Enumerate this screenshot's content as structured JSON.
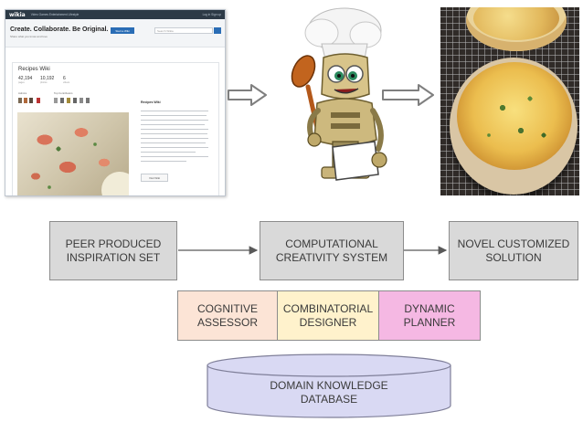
{
  "wiki_screenshot": {
    "logo": "wikia",
    "nav": "Video Games   Entertainment   Lifestyle",
    "nav_right": "Log in   Sign up",
    "tagline": "Create. Collaborate. Be Original.",
    "subline": "Share what you know and love",
    "start_button": "Start a Wiki",
    "search_placeholder": "Search Wikia",
    "card_title": "Recipes Wiki",
    "stats": [
      {
        "value": "42,194",
        "label": "pages"
      },
      {
        "value": "10,192",
        "label": "photos"
      },
      {
        "value": "6",
        "label": "videos"
      }
    ],
    "admins_label": "Admins",
    "contributors_label": "Top Contributors",
    "description_title": "Recipes Wiki",
    "visit_button": "Visit Wiki"
  },
  "flow": {
    "boxes": [
      {
        "id": "inspiration",
        "label": "PEER PRODUCED\nINSPIRATION SET",
        "fill": "#d9d9d9"
      },
      {
        "id": "system",
        "label": "COMPUTATIONAL\nCREATIVITY SYSTEM",
        "fill": "#d9d9d9"
      },
      {
        "id": "solution",
        "label": "NOVEL CUSTOMIZED\nSOLUTION",
        "fill": "#d9d9d9"
      }
    ],
    "components": [
      {
        "id": "assessor",
        "label": "COGNITIVE\nASSESSOR",
        "fill": "#fce4d6"
      },
      {
        "id": "designer",
        "label": "COMBINATORIAL\nDESIGNER",
        "fill": "#fff2cc"
      },
      {
        "id": "planner",
        "label": "DYNAMIC\nPLANNER",
        "fill": "#f5b8e3"
      }
    ],
    "database": {
      "label": "DOMAIN KNOWLEDGE\nDATABASE",
      "fill": "#d9d9f3"
    }
  },
  "images": {
    "robot": "chef-robot-illustration",
    "food": "baked-ramekin-photo"
  },
  "colors": {
    "arrow_gray": "#7f7f7f",
    "line": "#595959"
  }
}
